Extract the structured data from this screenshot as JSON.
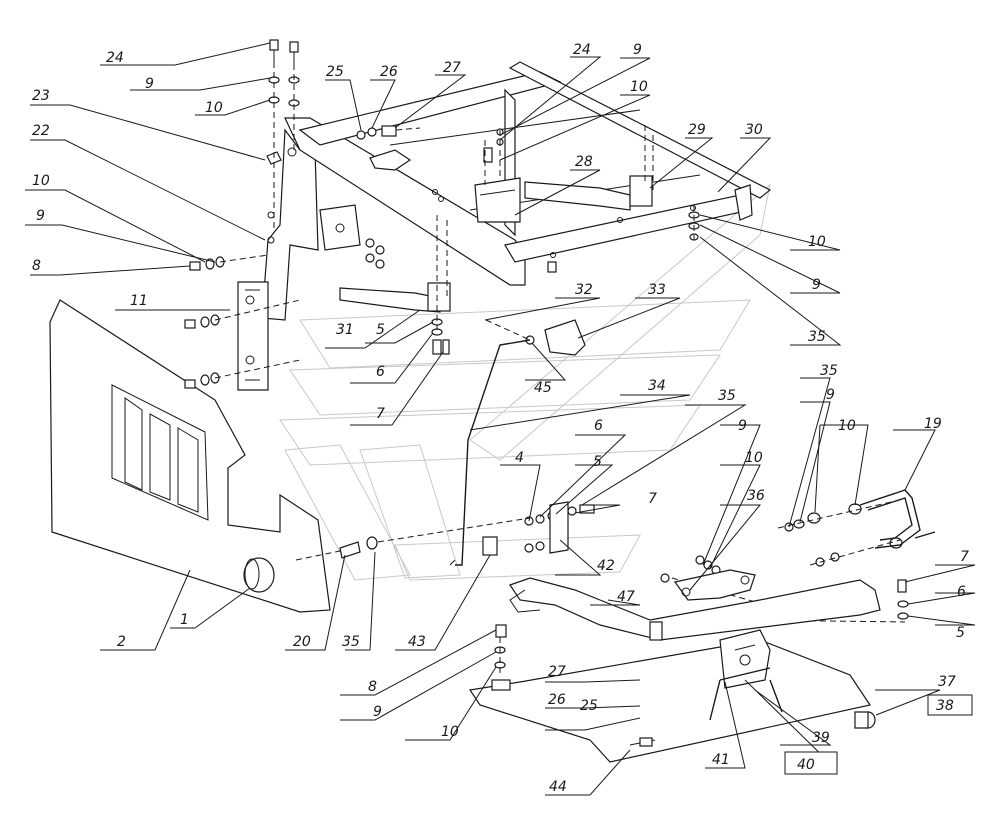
{
  "diagram": {
    "callouts": [
      {
        "id": "c-24a",
        "label": "24"
      },
      {
        "id": "c-9a",
        "label": "9"
      },
      {
        "id": "c-10a",
        "label": "10"
      },
      {
        "id": "c-23",
        "label": "23"
      },
      {
        "id": "c-22",
        "label": "22"
      },
      {
        "id": "c-10b",
        "label": "10"
      },
      {
        "id": "c-9b",
        "label": "9"
      },
      {
        "id": "c-8a",
        "label": "8"
      },
      {
        "id": "c-11",
        "label": "11"
      },
      {
        "id": "c-25a",
        "label": "25"
      },
      {
        "id": "c-26a",
        "label": "26"
      },
      {
        "id": "c-27a",
        "label": "27"
      },
      {
        "id": "c-24b",
        "label": "24"
      },
      {
        "id": "c-9c",
        "label": "9"
      },
      {
        "id": "c-10c",
        "label": "10"
      },
      {
        "id": "c-28",
        "label": "28"
      },
      {
        "id": "c-29",
        "label": "29"
      },
      {
        "id": "c-30",
        "label": "30"
      },
      {
        "id": "c-10d",
        "label": "10"
      },
      {
        "id": "c-9d",
        "label": "9"
      },
      {
        "id": "c-35a",
        "label": "35"
      },
      {
        "id": "c-31",
        "label": "31"
      },
      {
        "id": "c-5a",
        "label": "5"
      },
      {
        "id": "c-6a",
        "label": "6"
      },
      {
        "id": "c-7a",
        "label": "7"
      },
      {
        "id": "c-32",
        "label": "32"
      },
      {
        "id": "c-33",
        "label": "33"
      },
      {
        "id": "c-45",
        "label": "45"
      },
      {
        "id": "c-34",
        "label": "34"
      },
      {
        "id": "c-35b",
        "label": "35"
      },
      {
        "id": "c-6b",
        "label": "6"
      },
      {
        "id": "c-4",
        "label": "4"
      },
      {
        "id": "c-5b",
        "label": "5"
      },
      {
        "id": "c-7b",
        "label": "7"
      },
      {
        "id": "c-42",
        "label": "42"
      },
      {
        "id": "c-9e",
        "label": "9"
      },
      {
        "id": "c-10e",
        "label": "10"
      },
      {
        "id": "c-36",
        "label": "36"
      },
      {
        "id": "c-35c",
        "label": "35"
      },
      {
        "id": "c-9f",
        "label": "9"
      },
      {
        "id": "c-10f",
        "label": "10"
      },
      {
        "id": "c-19",
        "label": "19"
      },
      {
        "id": "c-7c",
        "label": "7"
      },
      {
        "id": "c-6c",
        "label": "6"
      },
      {
        "id": "c-5c",
        "label": "5"
      },
      {
        "id": "c-47",
        "label": "47"
      },
      {
        "id": "c-2",
        "label": "2"
      },
      {
        "id": "c-1",
        "label": "1"
      },
      {
        "id": "c-20",
        "label": "20"
      },
      {
        "id": "c-35d",
        "label": "35"
      },
      {
        "id": "c-43",
        "label": "43"
      },
      {
        "id": "c-8b",
        "label": "8"
      },
      {
        "id": "c-9g",
        "label": "9"
      },
      {
        "id": "c-10g",
        "label": "10"
      },
      {
        "id": "c-27b",
        "label": "27"
      },
      {
        "id": "c-26b",
        "label": "26"
      },
      {
        "id": "c-25b",
        "label": "25"
      },
      {
        "id": "c-37",
        "label": "37"
      },
      {
        "id": "c-38",
        "label": "38"
      },
      {
        "id": "c-39",
        "label": "39"
      },
      {
        "id": "c-40",
        "label": "40"
      },
      {
        "id": "c-41",
        "label": "41"
      },
      {
        "id": "c-44",
        "label": "44"
      }
    ]
  }
}
